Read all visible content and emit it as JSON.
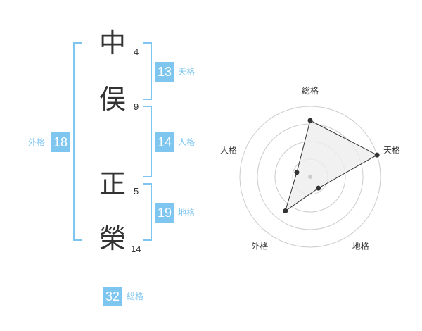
{
  "name": {
    "chars": [
      {
        "char": "中",
        "strokes": "4"
      },
      {
        "char": "俣",
        "strokes": "9"
      },
      {
        "char": "正",
        "strokes": "5"
      },
      {
        "char": "榮",
        "strokes": "14"
      }
    ]
  },
  "scores": {
    "tenkaku": {
      "value": "13",
      "label": "天格"
    },
    "jinkaku": {
      "value": "14",
      "label": "人格"
    },
    "chikaku": {
      "value": "19",
      "label": "地格"
    },
    "gaikaku": {
      "value": "18",
      "label": "外格"
    },
    "soukaku": {
      "value": "32",
      "label": "総格"
    }
  },
  "colors": {
    "accent": "#7ec6f0",
    "text": "#333333",
    "grid": "#cccccc",
    "radar_fill": "#eeeeee"
  },
  "chart_data": {
    "type": "radar",
    "axes": [
      "総格",
      "天格",
      "地格",
      "外格",
      "人格"
    ],
    "values": [
      4,
      5,
      1,
      3,
      1
    ],
    "range": [
      0,
      5
    ],
    "rings": 4,
    "grid": true
  }
}
